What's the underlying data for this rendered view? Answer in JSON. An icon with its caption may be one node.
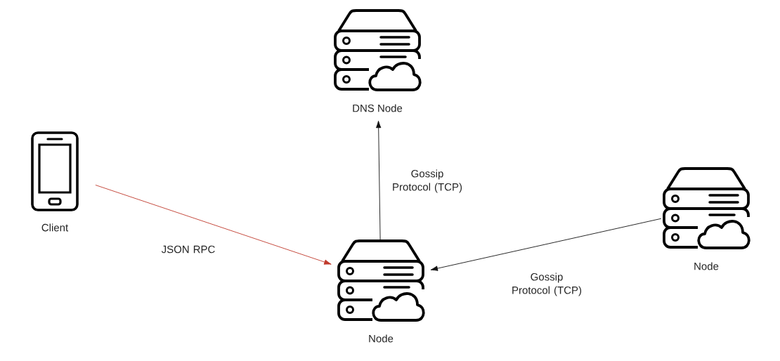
{
  "diagram": {
    "nodes": [
      {
        "text": [
          "Client"
        ]
      },
      {
        "text": [
          "DNS Node"
        ]
      },
      {
        "text": [
          "Node"
        ]
      },
      {
        "text": [
          "Node"
        ]
      }
    ],
    "edges": [
      {
        "from": 0,
        "to": 2,
        "arrow": "to",
        "label": "JSON RPC",
        "color": "#c0392b"
      },
      {
        "from": 2,
        "to": 1,
        "arrow": "to",
        "label": "Gossip Protocol (TCP)"
      },
      {
        "from": 3,
        "to": 2,
        "arrow": "to",
        "label": "Gossip Protocol (TCP)"
      }
    ]
  }
}
